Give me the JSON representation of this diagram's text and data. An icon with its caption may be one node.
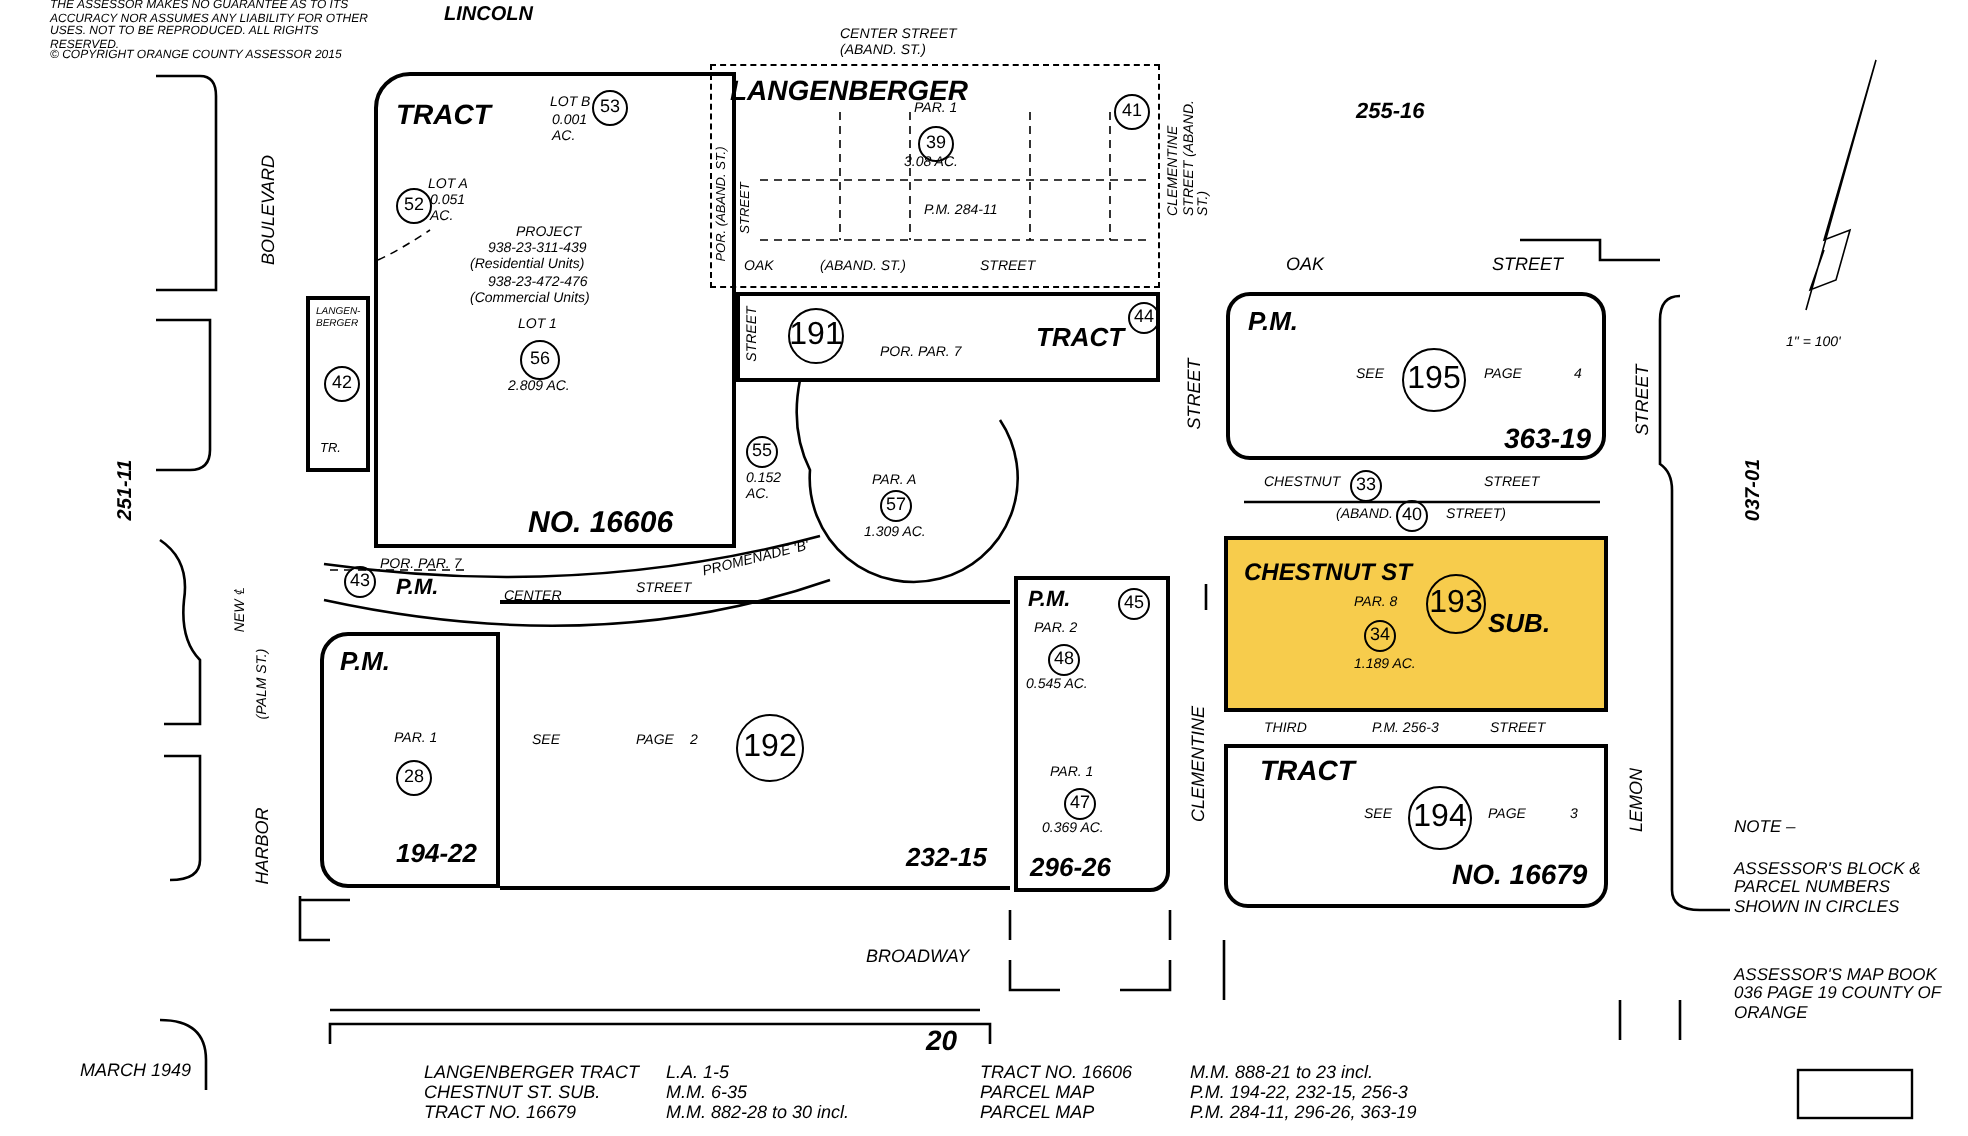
{
  "diagram": {
    "nodes": [
      {
        "text": [
          "TRACT",
          "NO. 16606"
        ]
      },
      {
        "text": [
          "53"
        ],
        "in": 0
      },
      {
        "text": [
          "52"
        ],
        "in": 0
      },
      {
        "text": [
          "56"
        ],
        "in": 0
      },
      {
        "text": [
          "LANGEN- BERGER"
        ]
      },
      {
        "text": [
          "42"
        ],
        "in": 4
      },
      {
        "text": [
          "LANGENBERGER"
        ]
      },
      {
        "text": [
          "39"
        ],
        "in": 6
      },
      {
        "text": [
          "41"
        ],
        "in": 6
      },
      {
        "text": [
          "TRACT"
        ]
      },
      {
        "text": [
          "191"
        ],
        "in": 9
      },
      {
        "text": [
          "44"
        ],
        "in": 9
      },
      {
        "text": [
          "55"
        ]
      },
      {
        "text": [
          "57"
        ]
      },
      {
        "text": [
          "43"
        ]
      },
      {
        "text": [
          "P.M.",
          "194-22"
        ]
      },
      {
        "text": [
          "28"
        ],
        "in": 15
      },
      {
        "text": [
          "SEE",
          "PAGE",
          "2",
          "232-15"
        ]
      },
      {
        "text": [
          "192"
        ],
        "in": 17
      },
      {
        "text": [
          "P.M.",
          "296-26"
        ]
      },
      {
        "text": [
          "45"
        ],
        "in": 19
      },
      {
        "text": [
          "48"
        ],
        "in": 19
      },
      {
        "text": [
          "47"
        ],
        "in": 19
      },
      {
        "text": [
          "P.M.",
          "SEE",
          "PAGE",
          "4",
          "363-19"
        ]
      },
      {
        "text": [
          "195"
        ],
        "in": 23
      },
      {
        "text": [
          "33"
        ]
      },
      {
        "text": [
          "40"
        ]
      },
      {
        "text": [
          "CHESTNUT ST",
          "SUB."
        ]
      },
      {
        "text": [
          "193"
        ],
        "in": 27
      },
      {
        "text": [
          "34"
        ],
        "in": 27
      },
      {
        "text": [
          "TRACT",
          "SEE",
          "PAGE",
          "3",
          "NO. 16679"
        ]
      },
      {
        "text": [
          "194"
        ],
        "in": 30
      }
    ],
    "labels": [
      "THE ASSESSOR MAKES NO GUARANTEE AS TO ITS ACCURACY NOR ASSUMES ANY LIABILITY FOR OTHER USES. NOT TO BE REPRODUCED. ALL RIGHTS RESERVED.",
      "© COPYRIGHT ORANGE COUNTY ASSESSOR 2015",
      "LINCOLN",
      "BOULEVARD",
      "251-11",
      "CENTER STREET (ABAND. ST.)",
      "255-16",
      "POR. (ABAND. ST.)",
      "STREET",
      "CLEMENTINE STREET (ABAND. ST.)",
      "OAK",
      "(ABAND. ST.)",
      "STREET",
      "PAR. 1",
      "3.08 AC.",
      "P.M. 284-11",
      "STREET",
      "POR. PAR. 7",
      "OAK",
      "STREET",
      "STREET",
      "STREET",
      "1\" = 100'",
      "037-01",
      "LOT B",
      "0.001 AC.",
      "LOT A",
      "0.051 AC.",
      "PROJECT",
      "938-23-311-439",
      "(Residential Units)",
      "938-23-472-476",
      "(Commercial Units)",
      "LOT 1",
      "2.809 AC.",
      "TR.",
      "0.152 AC.",
      "PAR. A",
      "1.309 AC.",
      "POR. PAR. 7",
      "P.M.",
      "CENTER",
      "STREET",
      "PROMENADE 'B'",
      "NEW ℄",
      "(PALM ST.)",
      "HARBOR",
      "PAR. 1",
      "PAR. 2",
      "0.545 AC.",
      "PAR. 1",
      "0.369 AC.",
      "CLEMENTINE",
      "CHESTNUT",
      "STREET",
      "(ABAND.",
      "STREET)",
      "PAR. 8",
      "1.189 AC.",
      "THIRD",
      "P.M. 256-3",
      "STREET",
      "LEMON",
      "NOTE –",
      "ASSESSOR'S BLOCK & PARCEL NUMBERS SHOWN IN CIRCLES",
      "ASSESSOR'S MAP BOOK 036 PAGE 19 COUNTY OF ORANGE",
      "BROADWAY",
      "20",
      "MARCH 1949",
      "LANGENBERGER TRACT",
      "L.A. 1-5",
      "TRACT NO. 16606",
      "M.M. 888-21 to 23 incl.",
      "CHESTNUT ST. SUB.",
      "M.M. 6-35",
      "PARCEL MAP",
      "P.M. 194-22, 232-15, 256-3",
      "TRACT NO. 16679",
      "M.M. 882-28 to 30 incl.",
      "PARCEL MAP",
      "P.M. 284-11, 296-26, 363-19"
    ]
  }
}
